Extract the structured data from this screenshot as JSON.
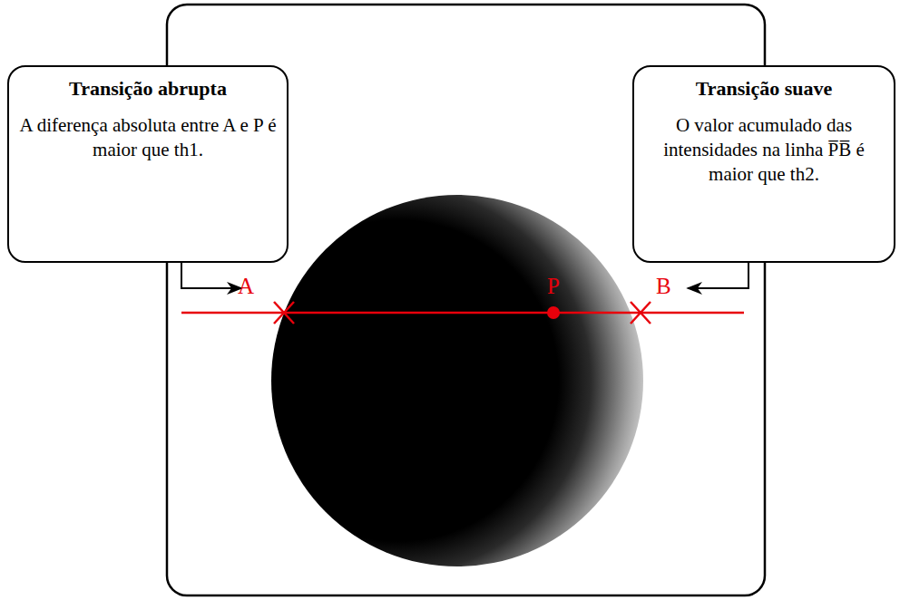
{
  "diagram": {
    "nodes": [
      {
        "text": [
          "Transição abrupta",
          "A diferença absoluta entre A e P é maior que th1."
        ]
      },
      {
        "text": [
          "Transição suave",
          "O valor acumulado das intensidades na linha P̅B̅ é maior que th2."
        ]
      }
    ],
    "labels": [
      "A",
      "P",
      "B"
    ]
  }
}
